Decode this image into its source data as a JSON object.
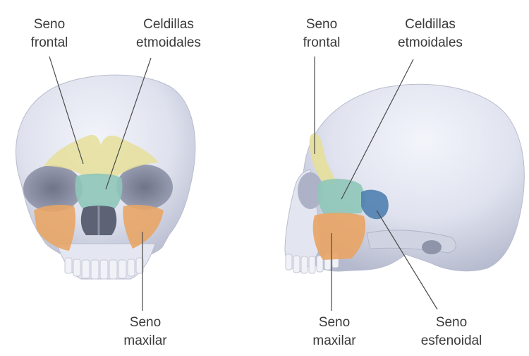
{
  "front_view": {
    "frontal_sinus": {
      "line1": "Seno",
      "line2": "frontal",
      "color": "#e6df9a"
    },
    "ethmoid_cells": {
      "line1": "Celdillas",
      "line2": "etmoidales",
      "color": "#8fc7b9"
    },
    "maxillary_sinus": {
      "line1": "Seno",
      "line2": "maxilar",
      "color": "#e8a566"
    }
  },
  "side_view": {
    "frontal_sinus": {
      "line1": "Seno",
      "line2": "frontal",
      "color": "#e6df9a"
    },
    "ethmoid_cells": {
      "line1": "Celdillas",
      "line2": "etmoidales",
      "color": "#8fc7b9"
    },
    "maxillary_sinus": {
      "line1": "Seno",
      "line2": "maxilar",
      "color": "#e8a566"
    },
    "sphenoid_sinus": {
      "line1": "Seno",
      "line2": "esfenoidal",
      "color": "#4f7fb0"
    }
  },
  "colors": {
    "bone": "#dfe3ef",
    "bone_shadow": "#a9aec4",
    "label_text": "#3a3a3a",
    "leader_line": "#4a4a4a"
  }
}
